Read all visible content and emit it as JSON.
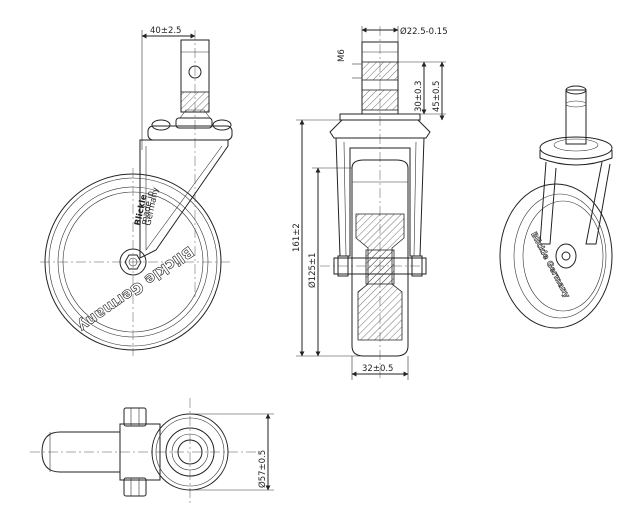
{
  "dimensions": {
    "stem_offset": "40±2.5",
    "stem_diameter": "Ø22.5-0.15",
    "thread": "M6",
    "thread_depth": "30±0.3",
    "stem_height": "45±0.5",
    "overall_height": "161±2",
    "wheel_diameter": "Ø125±1",
    "wheel_width": "32±0.5",
    "housing_diameter": "Ø57±0.5"
  },
  "branding": {
    "wheel_brand": "Blickle Germany",
    "hub_label_brand": "Blickle",
    "hub_label_line2": "made in",
    "hub_label_line3": "Germany"
  }
}
